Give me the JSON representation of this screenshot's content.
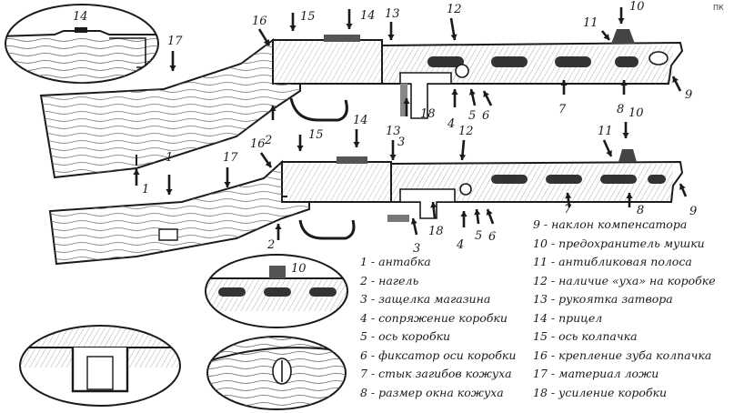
{
  "signature": "ПК",
  "callouts_top": [
    "14",
    "17",
    "16",
    "15",
    "14",
    "13",
    "12",
    "11",
    "10",
    "9",
    "8",
    "7",
    "6",
    "5",
    "4",
    "18",
    "3",
    "2",
    "1"
  ],
  "callouts_bottom": [
    "14",
    "13",
    "12",
    "11",
    "10",
    "9",
    "8",
    "7",
    "6",
    "5",
    "4",
    "18",
    "3",
    "2",
    "1",
    "17",
    "16",
    "15"
  ],
  "callouts_inset": [
    "10"
  ],
  "legend_left": [
    "1 - антабка",
    "2 - нагель",
    "3 - защелка магазина",
    "4 - сопряжение коробки",
    "5 - ось коробки",
    "6 - фиксатор оси коробки",
    "7 - стык загибов кожуха",
    "8 - размер окна кожуха"
  ],
  "legend_right": [
    "9 - наклон компенсатора",
    "10 - предохранитель мушки",
    "11 - антибликовая полоса",
    "12 - наличие «уха» на коробке",
    "13 - рукоятка затвора",
    "14 - прицел",
    "15 - ось колпачка",
    "16 - крепление зуба колпачка",
    "17 - материал ложи",
    "18 - усиление коробки"
  ]
}
